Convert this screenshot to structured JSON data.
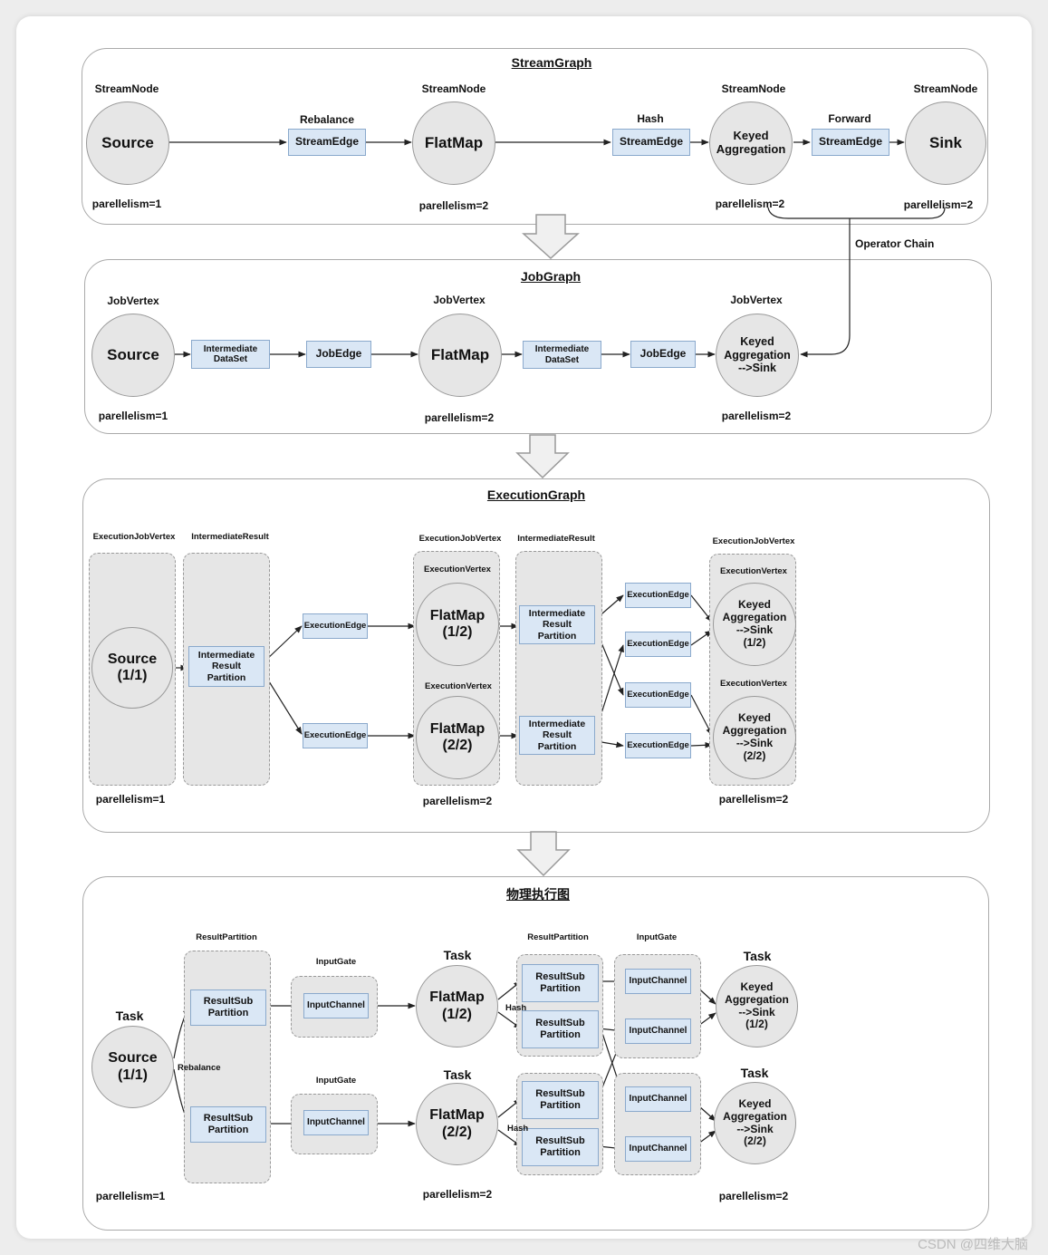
{
  "stream_graph": {
    "title": "StreamGraph",
    "node_type": "StreamNode",
    "nodes": {
      "source": "Source",
      "flatmap": "FlatMap",
      "keyed": "Keyed\nAggregation",
      "sink": "Sink"
    },
    "edge_label": "StreamEdge",
    "partitioners": {
      "rebalance": "Rebalance",
      "hash": "Hash",
      "forward": "Forward"
    },
    "parallelism": {
      "source": "parellelism=1",
      "flatmap": "parellelism=2",
      "keyed": "parellelism=2",
      "sink": "parellelism=2"
    },
    "operator_chain": "Operator Chain"
  },
  "job_graph": {
    "title": "JobGraph",
    "vertex_type": "JobVertex",
    "nodes": {
      "source": "Source",
      "flatmap": "FlatMap",
      "keyed_sink": "Keyed\nAggregation\n-->Sink"
    },
    "dataset_label": "Intermediate\nDataSet",
    "edge_label": "JobEdge",
    "parallelism": {
      "source": "parellelism=1",
      "flatmap": "parellelism=2",
      "keyed_sink": "parellelism=2"
    }
  },
  "execution_graph": {
    "title": "ExecutionGraph",
    "job_vertex_label": "ExecutionJobVertex",
    "intermediate_result_label": "IntermediateResult",
    "execution_vertex_label": "ExecutionVertex",
    "edge_label": "ExecutionEdge",
    "partition_label": "Intermediate\nResult\nPartition",
    "nodes": {
      "source": "Source\n(1/1)",
      "flatmap_1": "FlatMap\n(1/2)",
      "flatmap_2": "FlatMap\n(2/2)",
      "keyed_1": "Keyed\nAggregation\n-->Sink\n(1/2)",
      "keyed_2": "Keyed\nAggregation\n-->Sink\n(2/2)"
    },
    "parallelism": {
      "source": "parellelism=1",
      "flatmap": "parellelism=2",
      "keyed": "parellelism=2"
    }
  },
  "physical_graph": {
    "title": "物理执行图",
    "task_label": "Task",
    "result_partition_label": "ResultPartition",
    "input_gate_label": "InputGate",
    "subpartition_label": "ResultSub\nPartition",
    "input_channel_label": "InputChannel",
    "rebalance_label": "Rebalance",
    "hash_label": "Hash",
    "nodes": {
      "source": "Source\n(1/1)",
      "flatmap_1": "FlatMap\n(1/2)",
      "flatmap_2": "FlatMap\n(2/2)",
      "keyed_1": "Keyed\nAggregation\n-->Sink\n(1/2)",
      "keyed_2": "Keyed\nAggregation\n-->Sink\n(2/2)"
    },
    "parallelism": {
      "source": "parellelism=1",
      "flatmap": "parellelism=2",
      "keyed": "parellelism=2"
    }
  },
  "watermark": "CSDN @四维大脑"
}
